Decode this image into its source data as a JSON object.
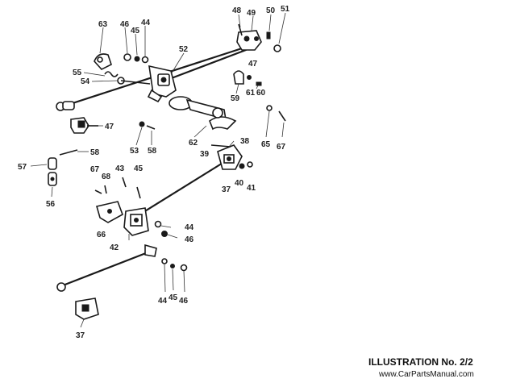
{
  "illustration": {
    "caption": "ILLUSTRATION No. 2/2",
    "website": "www.CarPartsManual.com"
  },
  "callouts": [
    "63",
    "46",
    "45",
    "44",
    "48",
    "49",
    "50",
    "51",
    "52",
    "47",
    "55",
    "54",
    "59",
    "61",
    "60",
    "47",
    "62",
    "38",
    "39",
    "53",
    "58",
    "65",
    "67",
    "57",
    "58",
    "56",
    "67",
    "68",
    "43",
    "45",
    "37",
    "40",
    "41",
    "66",
    "44",
    "46",
    "42",
    "44",
    "45",
    "46",
    "37"
  ]
}
